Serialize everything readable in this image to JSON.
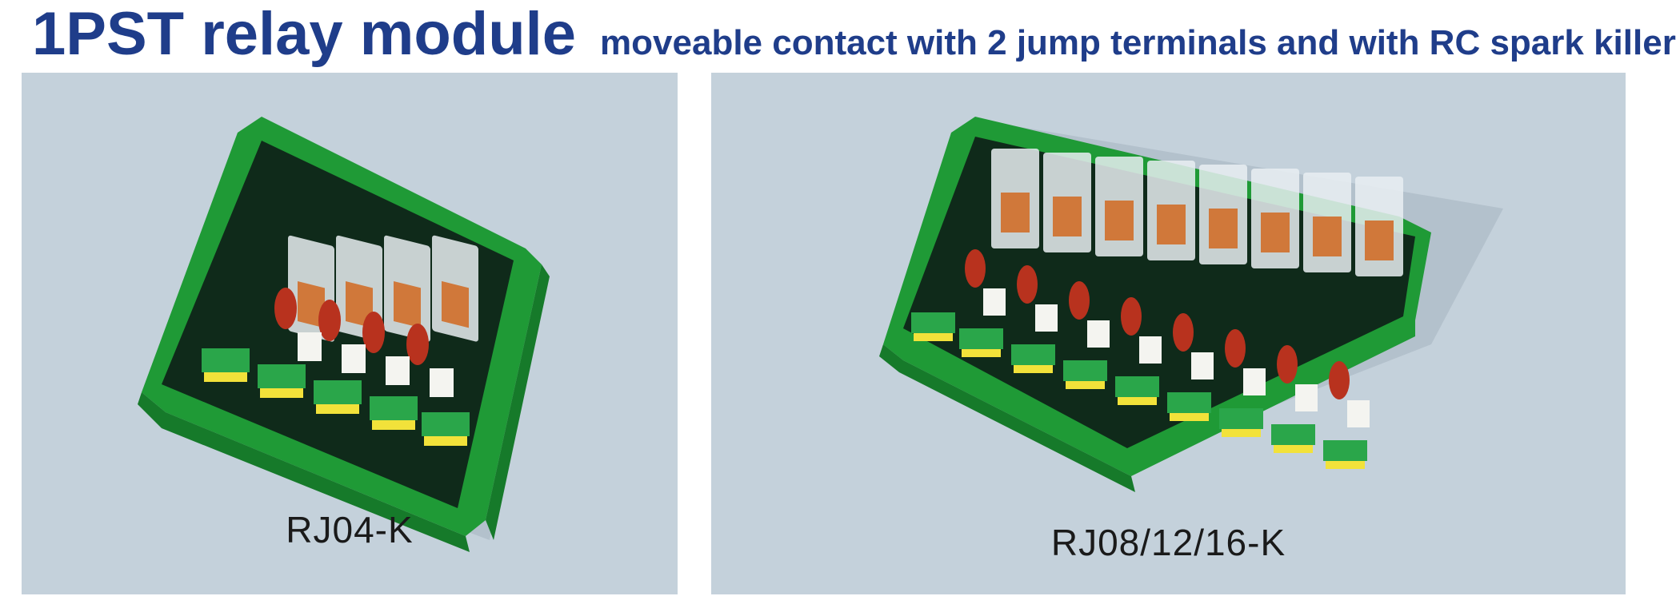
{
  "header": {
    "title": "1PST relay module",
    "subtitle": "moveable contact with 2 jump terminals and with RC spark killer"
  },
  "products": [
    {
      "caption": "RJ04-K",
      "relay_count": 4
    },
    {
      "caption": "RJ08/12/16-K",
      "relay_count": 8
    }
  ],
  "colors": {
    "title": "#1f3d8a",
    "panel_background": "#c4d1db",
    "board_green": "#1f9a36",
    "pcb_dark": "#0f2a1a",
    "relay_copper": "#d0783a",
    "capacitor_red": "#b8321e",
    "terminal_yellow": "#f2e23a"
  }
}
